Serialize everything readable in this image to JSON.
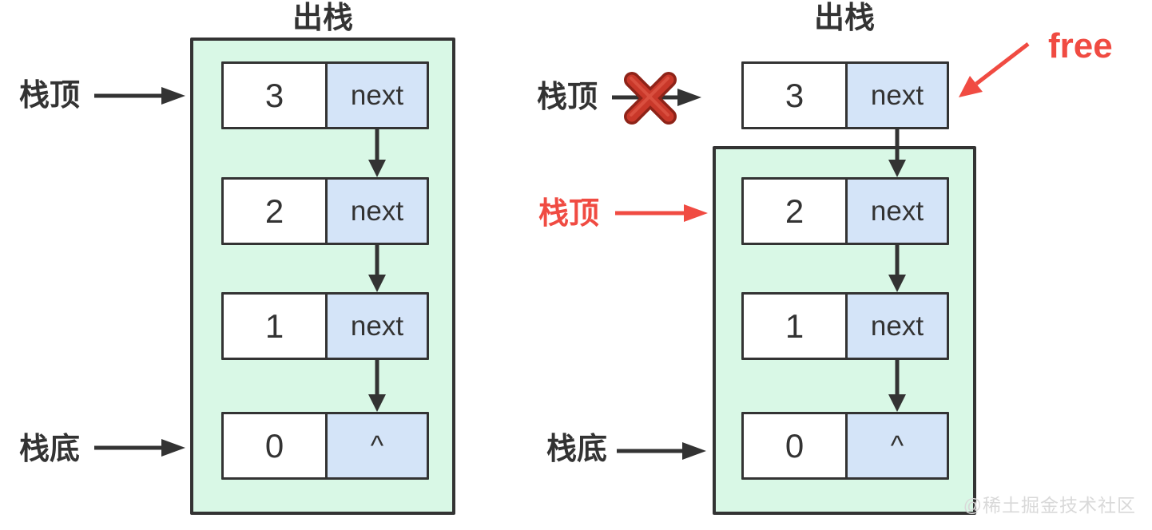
{
  "colors": {
    "ink": "#333333",
    "green": "#d9f8e6",
    "blue": "#d4e4f8",
    "red": "#f04b42",
    "cross": "#c9382a",
    "watermark": "#d9d9d9"
  },
  "left": {
    "title": "出栈",
    "top_label": "栈顶",
    "bottom_label": "栈底",
    "nodes": [
      {
        "value": "3",
        "pointer": "next"
      },
      {
        "value": "2",
        "pointer": "next"
      },
      {
        "value": "1",
        "pointer": "next"
      },
      {
        "value": "0",
        "pointer": "^"
      }
    ]
  },
  "right": {
    "title": "出栈",
    "old_top_label": "栈顶",
    "new_top_label": "栈顶",
    "bottom_label": "栈底",
    "free_label": "free",
    "nodes": [
      {
        "value": "3",
        "pointer": "next"
      },
      {
        "value": "2",
        "pointer": "next"
      },
      {
        "value": "1",
        "pointer": "next"
      },
      {
        "value": "0",
        "pointer": "^"
      }
    ]
  },
  "watermark": "@稀土掘金技术社区"
}
